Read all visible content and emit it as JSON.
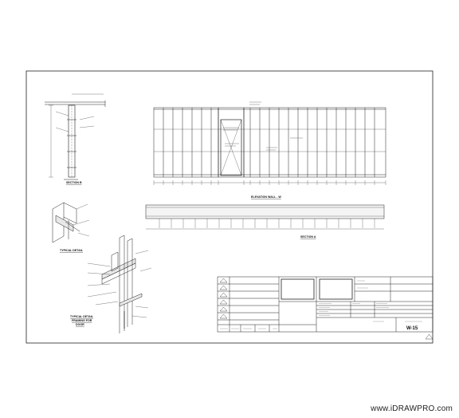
{
  "section_b_title": "SECTION B",
  "elevation_title": "ELEVATION WALL - W",
  "section_a_title": "SECTION A",
  "typical_detail_title": "TYPICAL DETAIL",
  "framing_detail_title": [
    "TYPICAL DETAIL",
    "FRAMING FOR",
    "DOOR"
  ],
  "door_note": "DOOR",
  "sheet_number": "W-15",
  "watermark": "www.iDRAWPRO.com"
}
